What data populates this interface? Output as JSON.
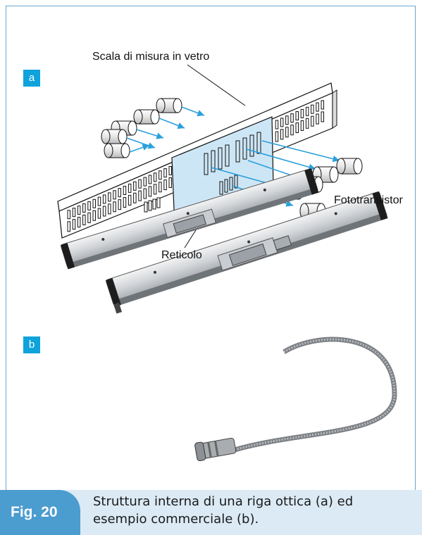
{
  "figure": {
    "panel_a_label": "a",
    "panel_b_label": "b",
    "labels": {
      "scale": "Scala di misura in vetro",
      "phototransistor": "Fototransistor",
      "reticle": "Reticolo"
    },
    "fig_number": "Fig. 20",
    "caption": "Struttura interna di una riga ottica (a) ed esempio commerciale (b)."
  },
  "colors": {
    "accent": "#0fa3dc",
    "tab": "#4b9ccf",
    "caption_band": "#dbeaf5",
    "frame_border": "#6aa6cc",
    "arrow": "#2aa0dc",
    "reticle": "#cde6f5"
  }
}
